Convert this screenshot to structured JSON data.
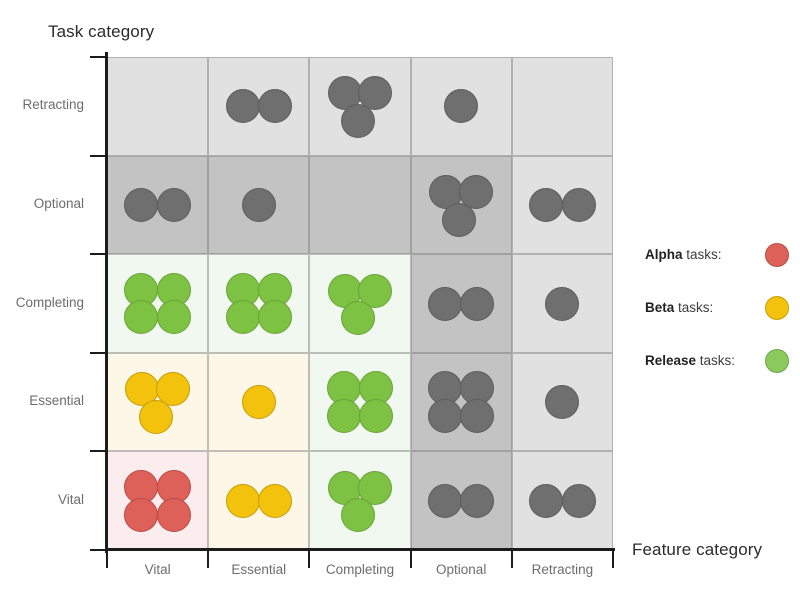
{
  "axes": {
    "y_title": "Task category",
    "x_title": "Feature category",
    "y_categories": [
      "Retracting",
      "Optional",
      "Completing",
      "Essential",
      "Vital"
    ],
    "x_categories": [
      "Vital",
      "Essential",
      "Completing",
      "Optional",
      "Retracting"
    ]
  },
  "legend": {
    "items": [
      {
        "name": "Alpha",
        "suffix": " tasks:",
        "color": "#dd6158"
      },
      {
        "name": "Beta",
        "suffix": " tasks:",
        "color": "#f3c20d"
      },
      {
        "name": "Release",
        "suffix": " tasks:",
        "color": "#8bc95c"
      }
    ]
  },
  "palette": {
    "alpha_dot": "#dd6158",
    "alpha_cell": "#fbeded",
    "beta_dot": "#f3c20d",
    "beta_cell": "#fdf7e7",
    "release_dot": "#7dc242",
    "release_cell": "#f1f8ef",
    "neutral_dot": "#6f6f6f",
    "neutral_cell_dark": "#c3c3c3",
    "neutral_cell_light": "#e1e1e1",
    "axis": "#1c1c1c",
    "tick_label": "#6d6d6d",
    "title": "#2b2b2b"
  },
  "chart_data": {
    "type": "heatmap",
    "title": "",
    "xlabel": "Feature category",
    "ylabel": "Task category",
    "x": [
      "Vital",
      "Essential",
      "Completing",
      "Optional",
      "Retracting"
    ],
    "y": [
      "Retracting",
      "Optional",
      "Completing",
      "Essential",
      "Vital"
    ],
    "legend_position": "right",
    "grid": true,
    "note": "Each cell shows a count of tasks rendered as dots; dot color encodes task class (Alpha=red, Beta=yellow, Release=green, neutral=gray).",
    "cells": [
      {
        "row": "Retracting",
        "col": "Vital",
        "count": 0,
        "class": "neutral",
        "cell_shade": "light"
      },
      {
        "row": "Retracting",
        "col": "Essential",
        "count": 2,
        "class": "neutral",
        "cell_shade": "light"
      },
      {
        "row": "Retracting",
        "col": "Completing",
        "count": 3,
        "class": "neutral",
        "cell_shade": "light"
      },
      {
        "row": "Retracting",
        "col": "Optional",
        "count": 1,
        "class": "neutral",
        "cell_shade": "light"
      },
      {
        "row": "Retracting",
        "col": "Retracting",
        "count": 0,
        "class": "neutral",
        "cell_shade": "light"
      },
      {
        "row": "Optional",
        "col": "Vital",
        "count": 2,
        "class": "neutral",
        "cell_shade": "dark"
      },
      {
        "row": "Optional",
        "col": "Essential",
        "count": 1,
        "class": "neutral",
        "cell_shade": "dark"
      },
      {
        "row": "Optional",
        "col": "Completing",
        "count": 0,
        "class": "neutral",
        "cell_shade": "dark"
      },
      {
        "row": "Optional",
        "col": "Optional",
        "count": 3,
        "class": "neutral",
        "cell_shade": "dark"
      },
      {
        "row": "Optional",
        "col": "Retracting",
        "count": 2,
        "class": "neutral",
        "cell_shade": "light"
      },
      {
        "row": "Completing",
        "col": "Vital",
        "count": 4,
        "class": "release",
        "cell_shade": "release"
      },
      {
        "row": "Completing",
        "col": "Essential",
        "count": 4,
        "class": "release",
        "cell_shade": "release"
      },
      {
        "row": "Completing",
        "col": "Completing",
        "count": 3,
        "class": "release",
        "cell_shade": "release"
      },
      {
        "row": "Completing",
        "col": "Optional",
        "count": 2,
        "class": "neutral",
        "cell_shade": "dark"
      },
      {
        "row": "Completing",
        "col": "Retracting",
        "count": 1,
        "class": "neutral",
        "cell_shade": "light"
      },
      {
        "row": "Essential",
        "col": "Vital",
        "count": 3,
        "class": "beta",
        "cell_shade": "beta"
      },
      {
        "row": "Essential",
        "col": "Essential",
        "count": 1,
        "class": "beta",
        "cell_shade": "beta"
      },
      {
        "row": "Essential",
        "col": "Completing",
        "count": 4,
        "class": "release",
        "cell_shade": "release"
      },
      {
        "row": "Essential",
        "col": "Optional",
        "count": 4,
        "class": "neutral",
        "cell_shade": "dark"
      },
      {
        "row": "Essential",
        "col": "Retracting",
        "count": 1,
        "class": "neutral",
        "cell_shade": "light"
      },
      {
        "row": "Vital",
        "col": "Vital",
        "count": 4,
        "class": "alpha",
        "cell_shade": "alpha"
      },
      {
        "row": "Vital",
        "col": "Essential",
        "count": 2,
        "class": "beta",
        "cell_shade": "beta"
      },
      {
        "row": "Vital",
        "col": "Completing",
        "count": 3,
        "class": "release",
        "cell_shade": "release"
      },
      {
        "row": "Vital",
        "col": "Optional",
        "count": 2,
        "class": "neutral",
        "cell_shade": "dark"
      },
      {
        "row": "Vital",
        "col": "Retracting",
        "count": 2,
        "class": "neutral",
        "cell_shade": "light"
      }
    ]
  }
}
